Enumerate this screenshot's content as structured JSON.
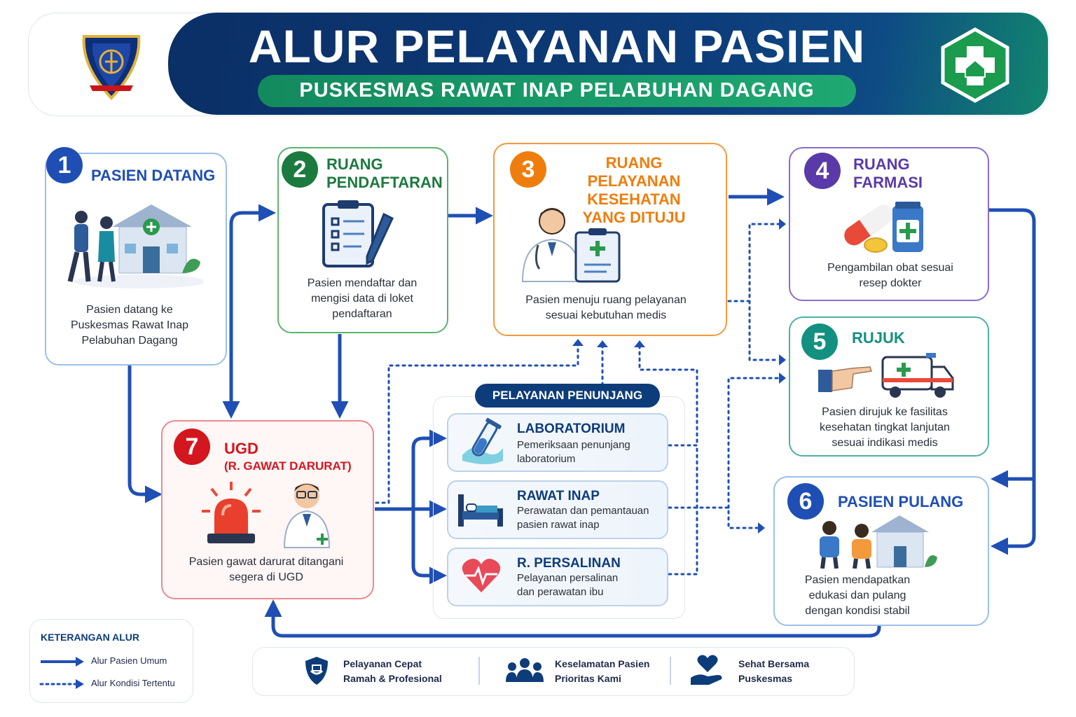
{
  "header": {
    "title": "ALUR PELAYANAN PASIEN",
    "subtitle": "PUSKESMAS RAWAT INAP PELABUHAN DAGANG"
  },
  "steps": [
    {
      "number": "1",
      "title": "PASIEN DATANG",
      "desc": "Pasien datang ke\nPuskesmas Rawat Inap\nPelabuhan Dagang",
      "color": "#1f4fb4"
    },
    {
      "number": "2",
      "title": "RUANG\nPENDAFTARAN",
      "desc": "Pasien mendaftar dan\nmengisi data di loket\npendaftaran",
      "color": "#1b7a3e"
    },
    {
      "number": "3",
      "title": "RUANG PELAYANAN\nKESEHATAN\nYANG DITUJU",
      "desc": "Pasien menuju ruang pelayanan\nsesuai kebutuhan medis",
      "color": "#ef7d0d"
    },
    {
      "number": "4",
      "title": "RUANG\nFARMASI",
      "desc": "Pengambilan obat sesuai\nresep dokter",
      "color": "#5a3aa8"
    },
    {
      "number": "5",
      "title": "RUJUK",
      "desc": "Pasien dirujuk ke fasilitas\nkesehatan tingkat lanjutan\nsesuai indikasi medis",
      "color": "#149080"
    },
    {
      "number": "6",
      "title": "PASIEN PULANG",
      "desc": "Pasien mendapatkan\nedukasi dan pulang\ndengan kondisi stabil",
      "color": "#1f4fb4"
    },
    {
      "number": "7",
      "title": "UGD",
      "subtitle": "(R. GAWAT DARURAT)",
      "desc": "Pasien gawat darurat ditangani\nsegera di UGD",
      "color": "#d4161e"
    }
  ],
  "support": {
    "title": "PELAYANAN PENUNJANG",
    "items": [
      {
        "title": "LABORATORIUM",
        "desc": "Pemeriksaan penunjang\nlaboratorium",
        "icon": "test-tube-icon"
      },
      {
        "title": "RAWAT INAP",
        "desc": "Perawatan dan pemantauan\npasien rawat inap",
        "icon": "hospital-bed-icon"
      },
      {
        "title": "R. PERSALINAN",
        "desc": "Pelayanan persalinan\ndan perawatan ibu",
        "icon": "heart-pulse-icon"
      }
    ]
  },
  "legend": {
    "title": "KETERANGAN ALUR",
    "items": [
      {
        "label": "Alur Pasien Umum",
        "style": "solid"
      },
      {
        "label": "Alur Kondisi Tertentu",
        "style": "dotted"
      }
    ]
  },
  "footer": {
    "items": [
      {
        "text": "Pelayanan Cepat\nRamah & Profesional",
        "icon": "shield-icon"
      },
      {
        "text": "Keselamatan Pasien\nPrioritas Kami",
        "icon": "people-group-icon"
      },
      {
        "text": "Sehat Bersama\nPuskesmas",
        "icon": "heart-hand-icon"
      }
    ]
  },
  "colors": {
    "arrow": "#1f4fb4",
    "navy": "#0d3c7a",
    "green": "#1b7a3e"
  }
}
